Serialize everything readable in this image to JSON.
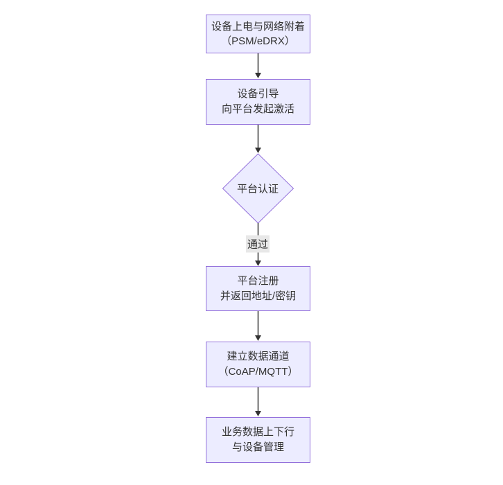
{
  "diagram": {
    "type": "flowchart-top-down",
    "nodes": [
      {
        "id": "power-attach",
        "shape": "rect",
        "lines": [
          "设备上电与网络附着",
          "（PSM/eDRX）"
        ]
      },
      {
        "id": "bootstrap",
        "shape": "rect",
        "lines": [
          "设备引导",
          "向平台发起激活"
        ]
      },
      {
        "id": "platform-auth",
        "shape": "diamond",
        "lines": [
          "平台认证"
        ]
      },
      {
        "id": "platform-register",
        "shape": "rect",
        "lines": [
          "平台注册",
          "并返回地址/密钥"
        ]
      },
      {
        "id": "data-channel",
        "shape": "rect",
        "lines": [
          "建立数据通道",
          "（CoAP/MQTT）"
        ]
      },
      {
        "id": "business-data",
        "shape": "rect",
        "lines": [
          "业务数据上下行",
          "与设备管理"
        ]
      }
    ],
    "edges": [
      {
        "from": "power-attach",
        "to": "bootstrap",
        "label": ""
      },
      {
        "from": "bootstrap",
        "to": "platform-auth",
        "label": ""
      },
      {
        "from": "platform-auth",
        "to": "platform-register",
        "label": "通过"
      },
      {
        "from": "platform-register",
        "to": "data-channel",
        "label": ""
      },
      {
        "from": "data-channel",
        "to": "business-data",
        "label": ""
      }
    ],
    "colors": {
      "node_fill": "#ECECFF",
      "node_border": "#9370DB",
      "text": "#333333",
      "edge": "#333333",
      "edge_label_bg": "#e8e8e8",
      "background": "#ffffff"
    }
  }
}
